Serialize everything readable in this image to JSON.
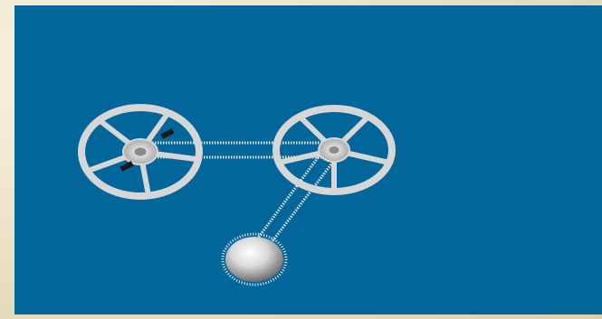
{
  "scene": {
    "background_color": "#02669a",
    "frame_color": "#ece4c8",
    "wheel_color": "#d6d6d6",
    "hub_color": "#c2c2c2",
    "link_color": "#e6e6e6",
    "bob_color": "#f2f2f2",
    "clip_color": "#1a1a1a",
    "spoke_count": 5,
    "wheels": [
      {
        "name": "left-wheel",
        "spoke_angle_offset_deg": 10,
        "has_clips": true
      },
      {
        "name": "right-wheel",
        "spoke_angle_offset_deg": 18,
        "has_clips": false
      }
    ],
    "bob": {
      "name": "pendulum-bob"
    }
  }
}
